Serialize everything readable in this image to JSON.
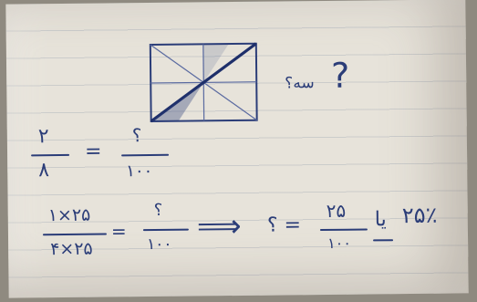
{
  "question": "?",
  "marker": "سه؟",
  "eq1": {
    "lhs_num": "۲",
    "lhs_den": "۸",
    "equals": "=",
    "rhs_num": "؟",
    "rhs_den": "۱۰۰"
  },
  "eq2": {
    "lhs_num": "۱×۲۵",
    "lhs_den": "۴×۲۵",
    "equals": "=",
    "rhs_num": "؟",
    "rhs_den": "۱۰۰",
    "implies": "⟹",
    "result_lhs": "؟ =",
    "result_num": "۲۵",
    "result_den": "۱۰۰",
    "connector": "یا",
    "percent": "۲۵٪"
  },
  "ink_color": "#2b3d78"
}
